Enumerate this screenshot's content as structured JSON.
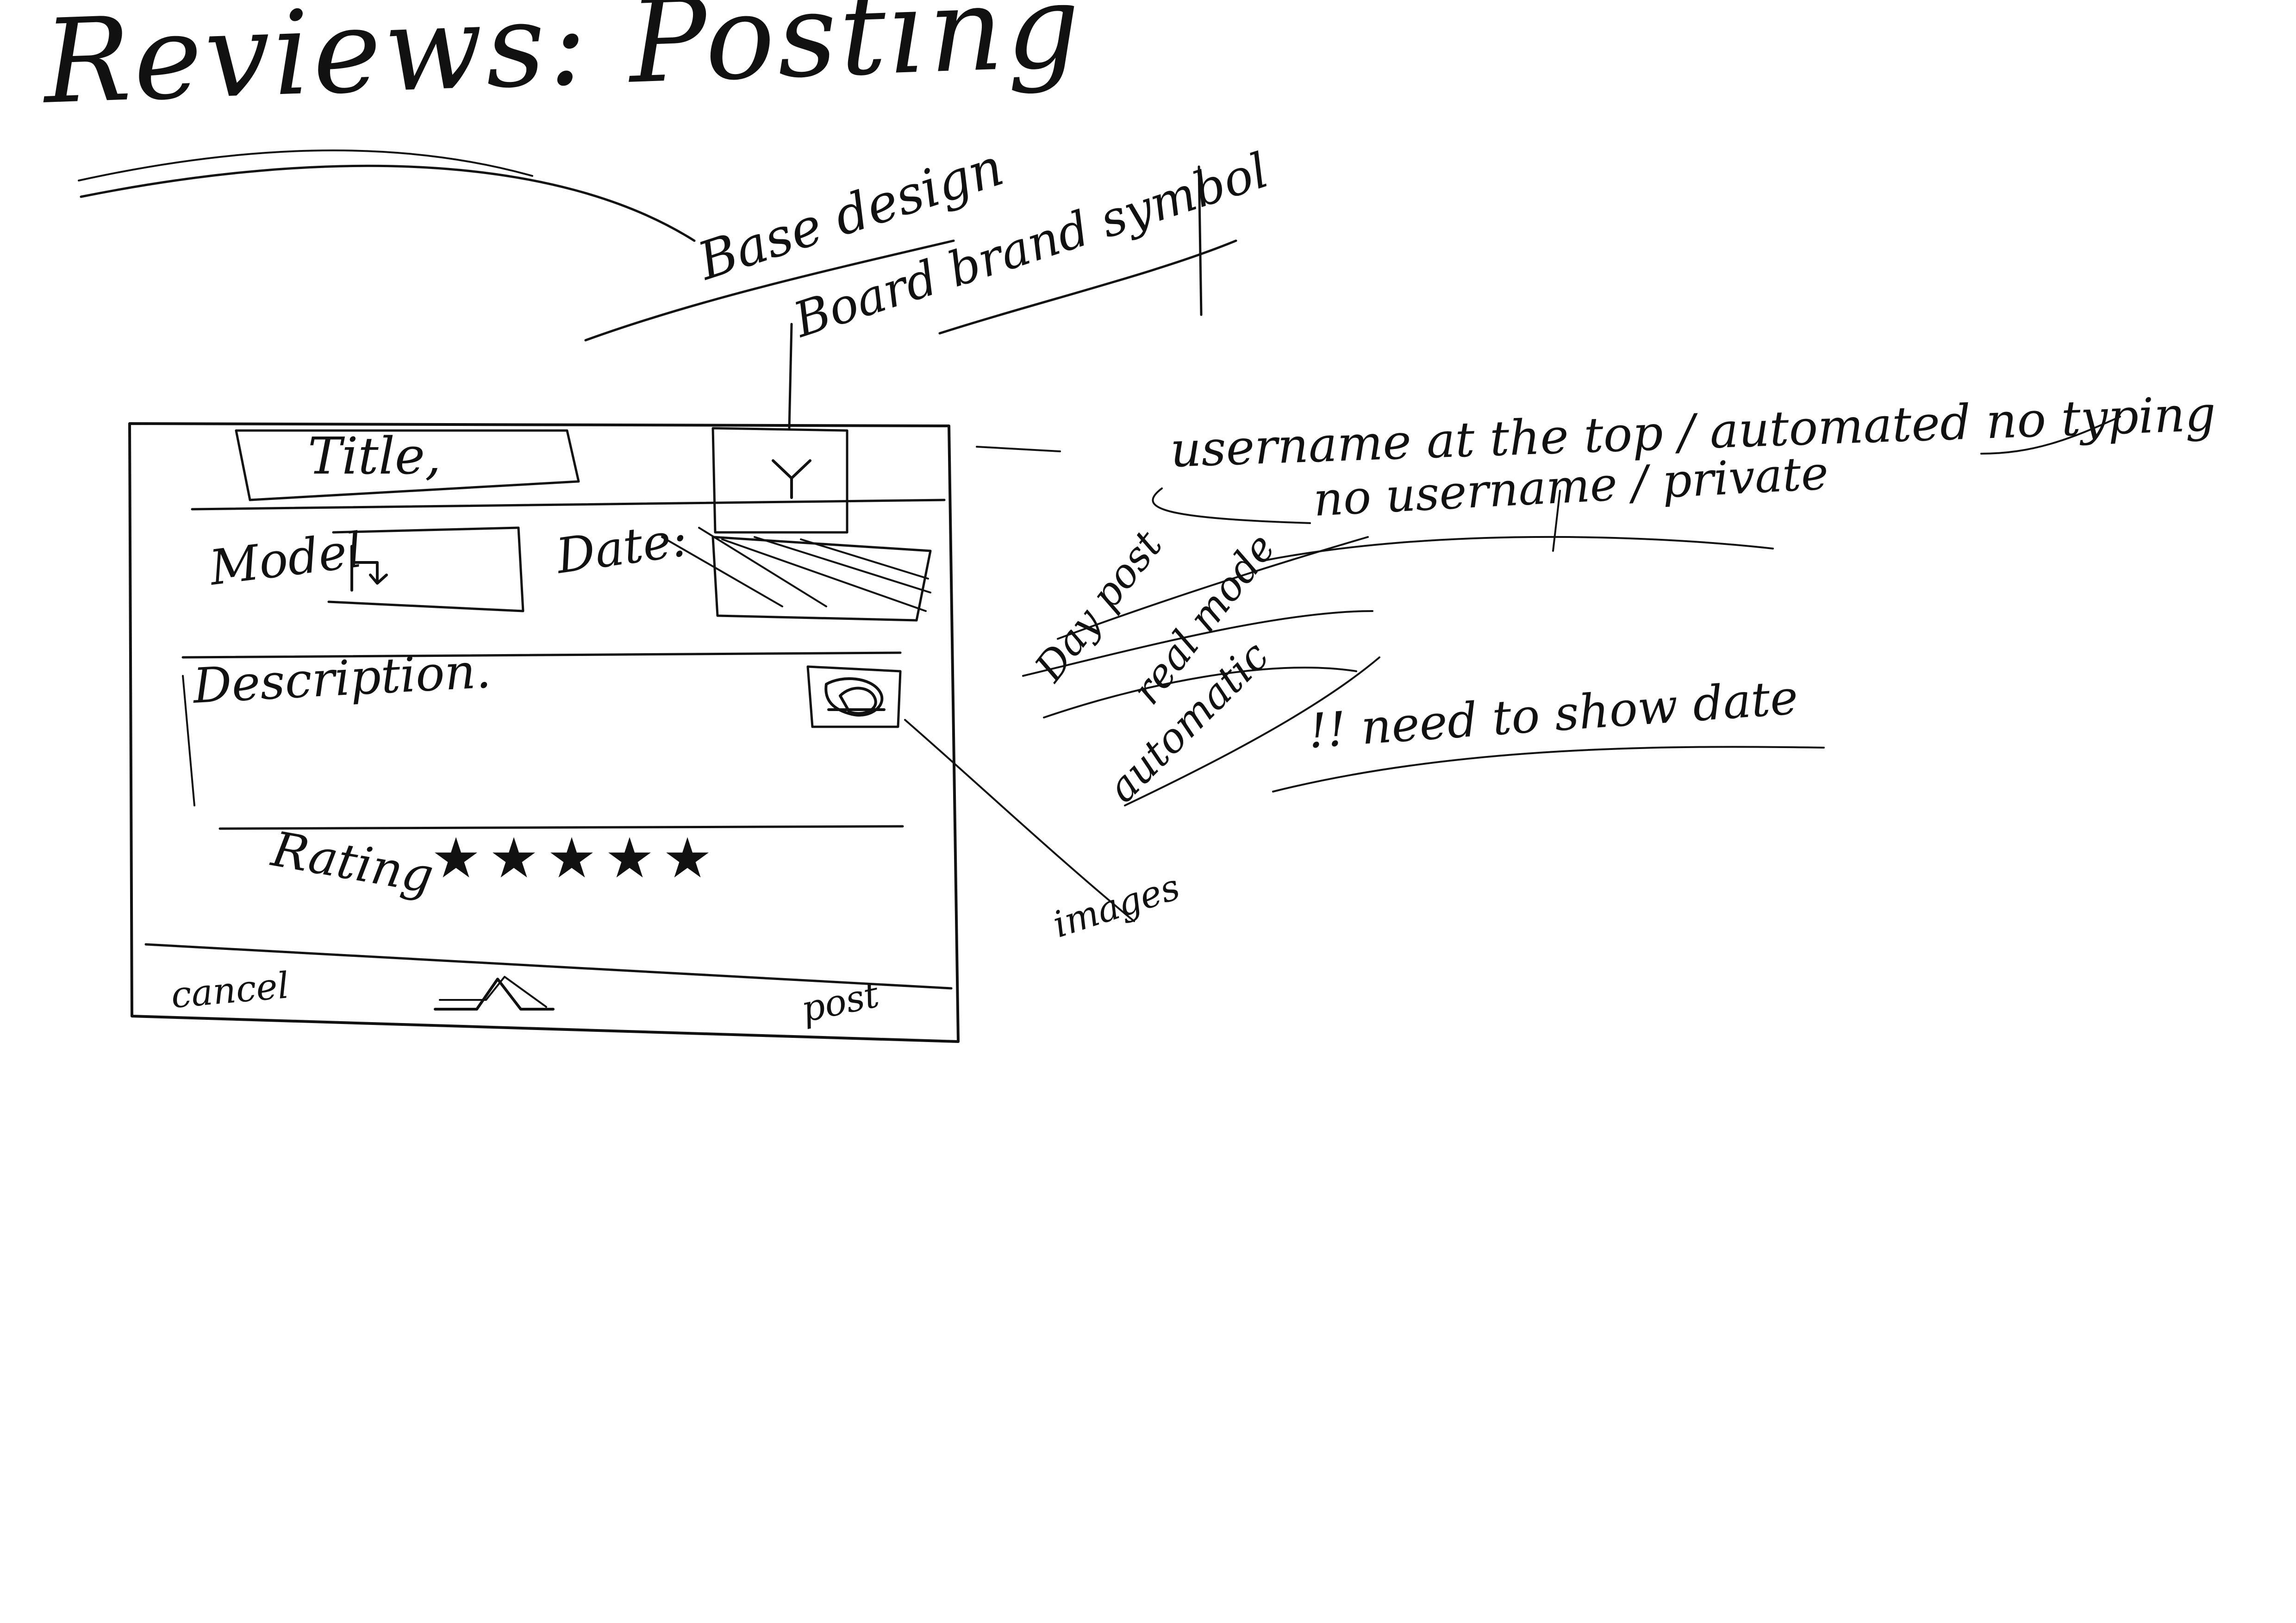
{
  "page_title": "Reviews: Posting",
  "annotations": {
    "base_design": "Base design",
    "brand_symbol": "Board brand symbol",
    "username_note": "username at the top / automated no typing",
    "private_note": "no username / private",
    "day_post": "Day post",
    "real_mode": "real mode",
    "automatic": "automatic",
    "need_show_date": "!! need to show date",
    "images": "images"
  },
  "form": {
    "title_field": "Title,",
    "model_label": "Model",
    "date_label": "Date:",
    "description_label": "Description.",
    "rating_label": "Rating",
    "rating_stars": [
      "★",
      "★",
      "★",
      "★",
      "★"
    ],
    "cancel_label": "cancel",
    "post_label": "post"
  },
  "icons": {
    "brand": "board-brand-icon",
    "model_dropdown": "dropdown-arrow-icon",
    "image": "image-attach-icon",
    "center_nav": "home-arrow-icon"
  }
}
